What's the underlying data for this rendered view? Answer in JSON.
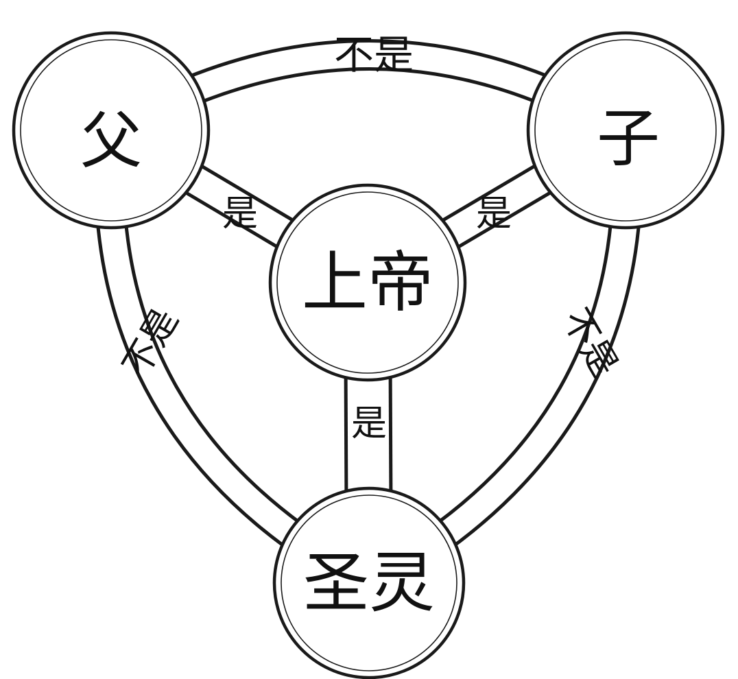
{
  "nodes": {
    "father": "父",
    "son": "子",
    "spirit": "圣灵",
    "god": "上帝"
  },
  "links": {
    "father_son": "不是",
    "father_spirit": "不是",
    "son_spirit": "不是",
    "father_god": "是",
    "son_god": "是",
    "spirit_god": "是"
  },
  "colors": {
    "line": "#1a1a1a",
    "background": "#ffffff"
  }
}
